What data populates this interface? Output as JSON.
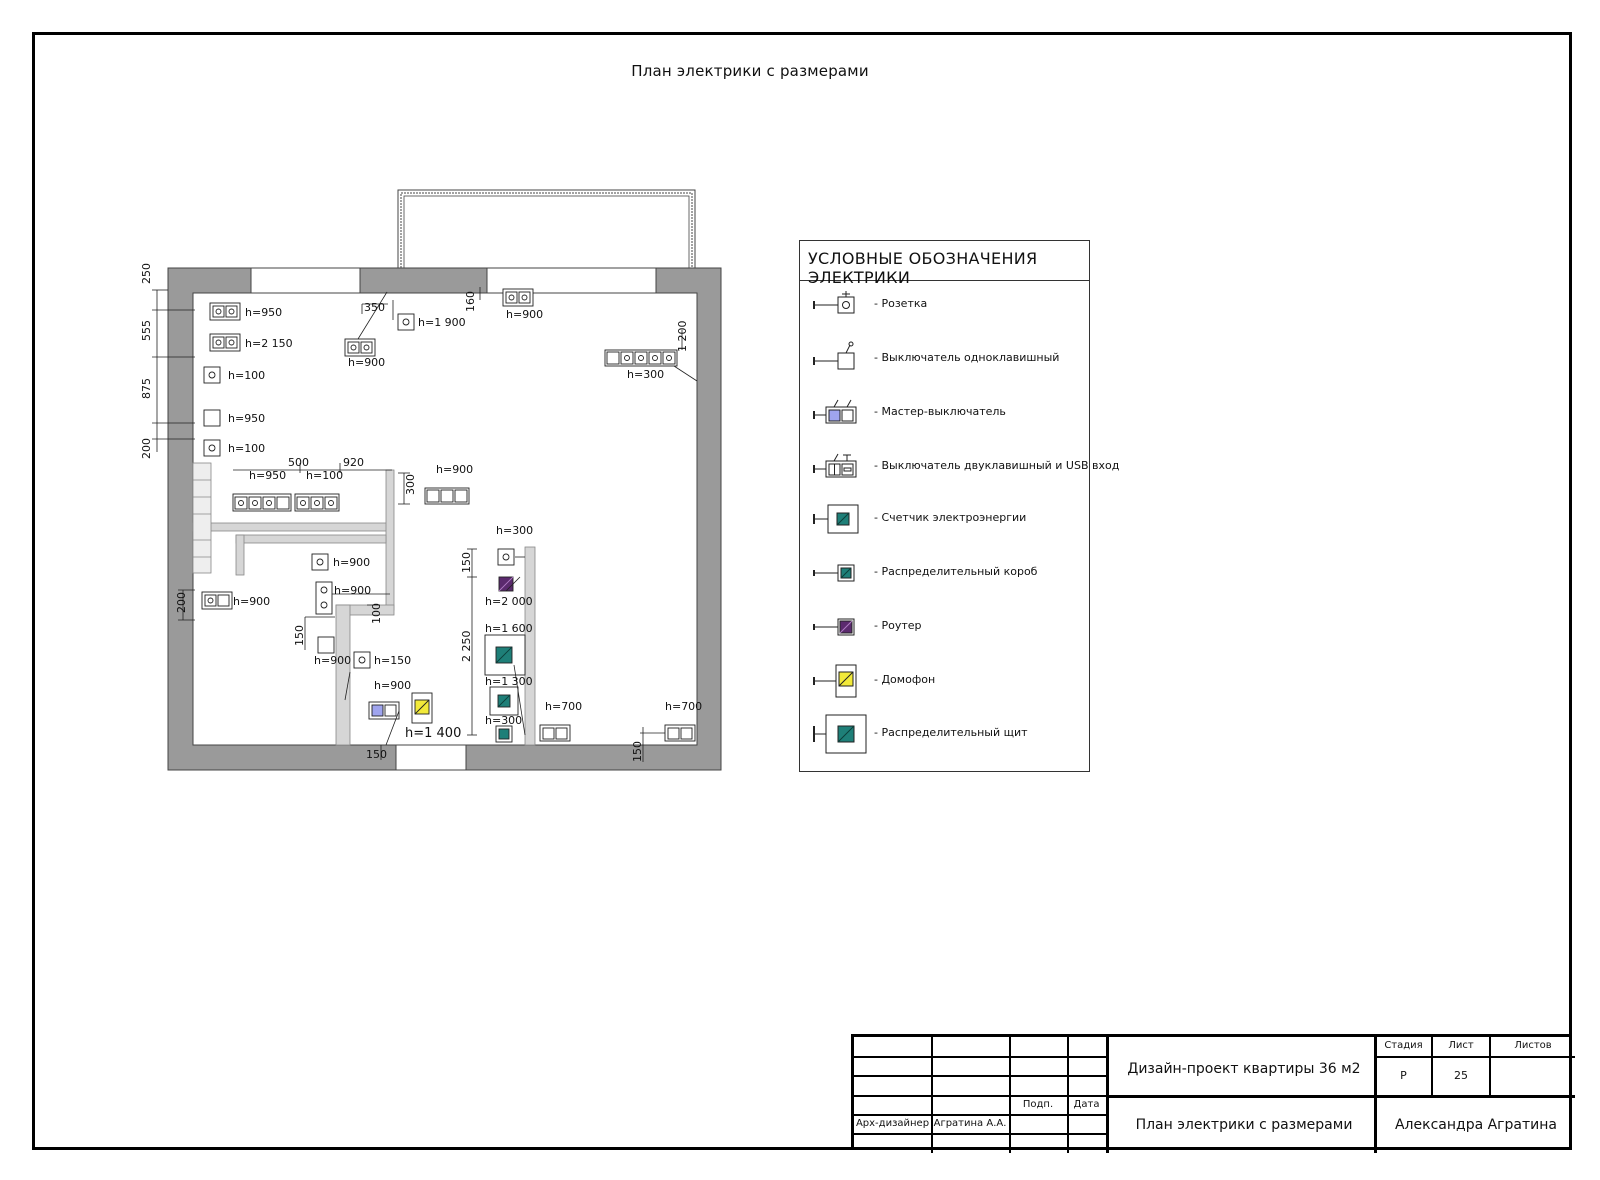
{
  "page": {
    "title": "План электрики с размерами"
  },
  "plan": {
    "heights": {
      "h1": "h=950",
      "h2": "h=2 150",
      "h3": "h=100",
      "h4": "h=950",
      "h5": "h=100",
      "h6": "h=900",
      "h7": "h=1 900",
      "h8": "h=900",
      "h9": "h=300",
      "h10": "h=950",
      "h11": "h=100",
      "h12": "h=900",
      "h13": "h=900",
      "h14": "h=900",
      "h15": "h=900",
      "h16": "h=900",
      "h17": "h=150",
      "h18": "h=900",
      "h19": "h=1 400",
      "h20": "h=300",
      "h21": "h=2 000",
      "h22": "h=1 600",
      "h23": "h=1 300",
      "h24": "h=300",
      "h25": "h=700",
      "h26": "h=700"
    },
    "dims": {
      "d250": "250",
      "d555": "555",
      "d875": "875",
      "d200a": "200",
      "d350": "350",
      "d160": "160",
      "d1200": "1 200",
      "d500": "500",
      "d920": "920",
      "d300": "300",
      "d200b": "200",
      "d150a": "150",
      "d100": "100",
      "d150b": "150",
      "d2250": "2 250",
      "d150c": "150",
      "d150d": "150"
    }
  },
  "legend": {
    "title": "УСЛОВНЫЕ ОБОЗНАЧЕНИЯ ЭЛЕКТРИКИ",
    "items": [
      {
        "label": "- Розетка",
        "icon": "socket-icon"
      },
      {
        "label": "- Выключатель одноклавишный",
        "icon": "single-switch-icon"
      },
      {
        "label": "- Мастер-выключатель",
        "icon": "master-switch-icon"
      },
      {
        "label": "- Выключатель двуклавишный и USB вход",
        "icon": "double-switch-usb-icon"
      },
      {
        "label": "- Счетчик электроэнергии",
        "icon": "electric-meter-icon"
      },
      {
        "label": "- Распределительный короб",
        "icon": "junction-box-icon"
      },
      {
        "label": "- Роутер",
        "icon": "router-icon"
      },
      {
        "label": "- Домофон",
        "icon": "intercom-icon"
      },
      {
        "label": "- Распределительный щит",
        "icon": "distribution-board-icon"
      }
    ],
    "colors": {
      "teal": "#1e7f78",
      "purple": "#5b2a6e",
      "yellow": "#f2ea3a",
      "lavender": "#9fa4ee"
    }
  },
  "stamp": {
    "project": "Дизайн-проект квартиры 36 м2",
    "sheet_title": "План электрики с размерами",
    "author": "Александра Агратина",
    "stage_label": "Стадия",
    "sheet_label": "Лист",
    "sheets_label": "Листов",
    "stage_value": "Р",
    "sheet_value": "25",
    "sign_label": "Подп.",
    "date_label": "Дата",
    "role": "Арх-дизайнер",
    "name": "Агратина А.А."
  }
}
